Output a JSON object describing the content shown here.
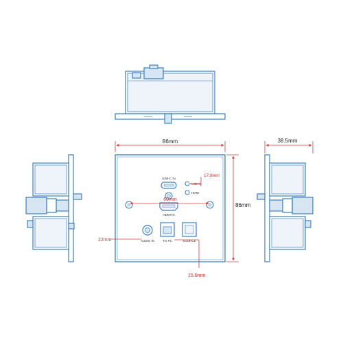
{
  "dimensions": {
    "width": "86mm",
    "height": "86mm",
    "depth": "38.5mm",
    "hole_spacing": "60mm",
    "led_offset": "17.8mm",
    "audio_offset": "22mm",
    "bottom_offset": "15.6mm"
  },
  "port_labels": {
    "usbc_in": "USB-C IN",
    "usbc_led": "USB-C",
    "hdmi_led": "HDMI",
    "hdmi_in": "HDMI IN",
    "audio_in": "AUDIO IN",
    "to_pc": "TO PC",
    "source": "SOURCE"
  },
  "colors": {
    "line_blue": "#3a7fc4",
    "dim_red": "#d43c3c",
    "dim_text": "#222222",
    "annotation_red": "#c83232",
    "panel_fill": "#ffffff",
    "shade_fill": "#d8e6f3"
  }
}
